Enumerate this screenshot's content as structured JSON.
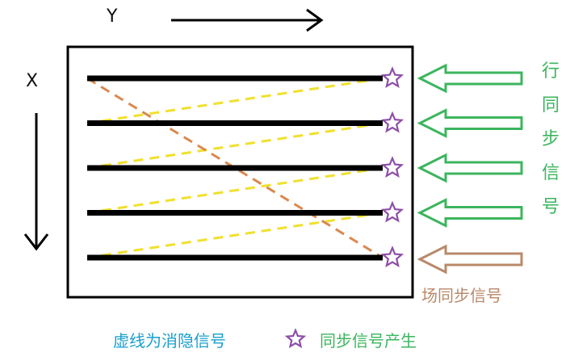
{
  "axis": {
    "y_label": "Y",
    "x_label": "X"
  },
  "line_sync": {
    "label": "行同步信号",
    "color": "#3cb55e"
  },
  "frame_sync": {
    "label": "场同步信号",
    "color": "#b8896a"
  },
  "legend": {
    "blanking_label": "虚线为消隐信号",
    "blanking_color": "#1a9fcc",
    "sync_label": "同步信号产生",
    "sync_color": "#3cb55e",
    "star_color": "#8e4ea8"
  },
  "colors": {
    "scanline": "#000000",
    "retrace": "#f0e030",
    "frame_retrace": "#d98950",
    "green_arrow": "#3cb55e",
    "brown_arrow": "#b8896a"
  },
  "scan_line_count": 5
}
